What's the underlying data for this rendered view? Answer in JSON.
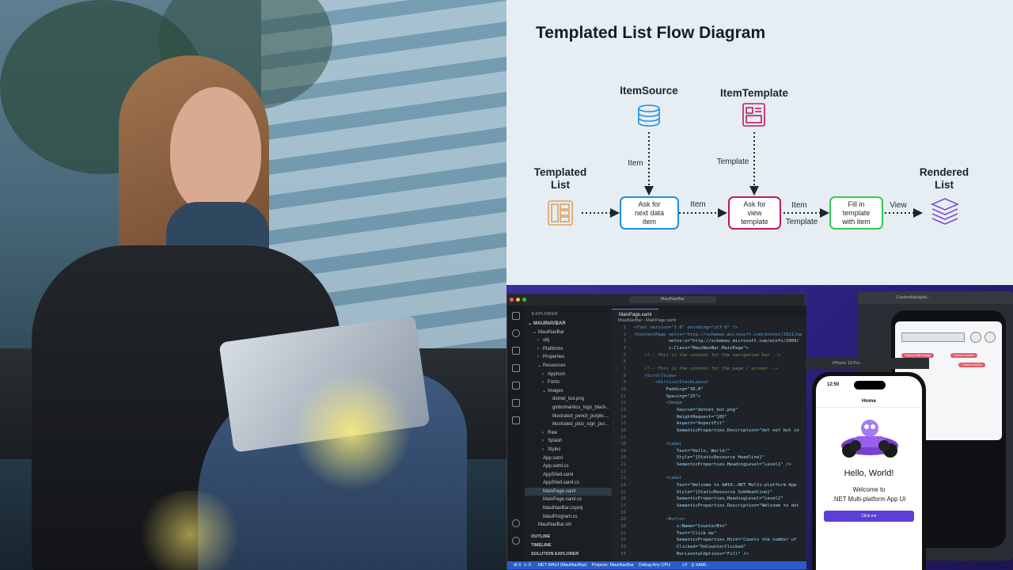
{
  "diagram": {
    "title": "Templated List Flow Diagram",
    "nodes": {
      "item_source": "ItemSource",
      "item_template": "ItemTemplate",
      "templated_list": "Templated\nList",
      "rendered_list": "Rendered\nList"
    },
    "boxes": {
      "ask_item": "Ask for\nnext data\nitem",
      "ask_template": "Ask for\nview\ntemplate",
      "fill_template": "Fill in\ntemplate\nwith item"
    },
    "edge_labels": {
      "source_item": "Item",
      "template_edge": "Template",
      "item_mid": "Item",
      "item_template_1": "Item",
      "item_template_2": "Template",
      "view": "View"
    },
    "colors": {
      "ask_item": "#1f8fe0",
      "ask_template": "#c2185b",
      "fill_template": "#2ecc55",
      "icon_data": "#1f8fe0",
      "icon_template": "#c2185b",
      "icon_list": "#e0a060",
      "icon_rendered": "#7b4fd6"
    }
  },
  "ide": {
    "title_search": "MauiNavBar",
    "explorer": {
      "header": "EXPLORER",
      "rows": [
        {
          "indent": 0,
          "arrow": "⌄",
          "label": "MAUINAVBAR",
          "bold": true
        },
        {
          "indent": 1,
          "arrow": "⌄",
          "label": "MauiNavBar"
        },
        {
          "indent": 2,
          "arrow": "›",
          "label": "obj"
        },
        {
          "indent": 2,
          "arrow": "›",
          "label": "Platforms"
        },
        {
          "indent": 2,
          "arrow": "›",
          "label": "Properties"
        },
        {
          "indent": 2,
          "arrow": "⌄",
          "label": "Resources"
        },
        {
          "indent": 3,
          "arrow": "›",
          "label": "AppIcon"
        },
        {
          "indent": 3,
          "arrow": "›",
          "label": "Fonts"
        },
        {
          "indent": 3,
          "arrow": "⌄",
          "label": "Images"
        },
        {
          "indent": 4,
          "arrow": "",
          "label": "dotnet_bot.png"
        },
        {
          "indent": 4,
          "arrow": "",
          "label": "globomantics_logo_black..."
        },
        {
          "indent": 4,
          "arrow": "",
          "label": "illustrated_pencil_purple...."
        },
        {
          "indent": 4,
          "arrow": "",
          "label": "illustrated_plus_sign_pur..."
        },
        {
          "indent": 3,
          "arrow": "›",
          "label": "Raw"
        },
        {
          "indent": 3,
          "arrow": "›",
          "label": "Splash"
        },
        {
          "indent": 3,
          "arrow": "›",
          "label": "Styles"
        },
        {
          "indent": 2,
          "arrow": "",
          "label": "App.xaml"
        },
        {
          "indent": 2,
          "arrow": "",
          "label": "App.xaml.cs"
        },
        {
          "indent": 2,
          "arrow": "",
          "label": "AppShell.xaml"
        },
        {
          "indent": 2,
          "arrow": "",
          "label": "AppShell.xaml.cs"
        },
        {
          "indent": 2,
          "arrow": "",
          "label": "MainPage.xaml",
          "selected": true
        },
        {
          "indent": 2,
          "arrow": "",
          "label": "MainPage.xaml.cs"
        },
        {
          "indent": 2,
          "arrow": "",
          "label": "MauiNavBar.csproj"
        },
        {
          "indent": 2,
          "arrow": "",
          "label": "MauiProgram.cs"
        },
        {
          "indent": 1,
          "arrow": "",
          "label": "MauiNavBar.sln"
        }
      ],
      "footer": [
        "OUTLINE",
        "TIMELINE",
        "SOLUTION EXPLORER"
      ]
    },
    "editor": {
      "tab": "MainPage.xaml",
      "breadcrumb": "MauiNavBar  ›  MainPage.xaml",
      "lines": [
        {
          "n": "1",
          "t": "<?xml version=\"1.0\" encoding=\"utf-8\" ?>"
        },
        {
          "n": "2",
          "t": "<ContentPage xmlns=\"http://schemas.microsoft.com/dotnet/2021/ma"
        },
        {
          "n": "3",
          "t": "             xmlns:x=\"http://schemas.microsoft.com/winfx/2009/"
        },
        {
          "n": "4",
          "t": "             x:Class=\"MauiNavBar.MainPage\">"
        },
        {
          "n": "5",
          "t": "    <!-- This is the content for the navigation bar -->"
        },
        {
          "n": "6",
          "t": ""
        },
        {
          "n": "7",
          "t": "    <!-- This is the content for the page / screen -->"
        },
        {
          "n": "8",
          "t": "    <ScrollView>"
        },
        {
          "n": "9",
          "t": "        <VerticalStackLayout"
        },
        {
          "n": "10",
          "t": "            Padding=\"30,0\""
        },
        {
          "n": "11",
          "t": "            Spacing=\"25\">"
        },
        {
          "n": "12",
          "t": "            <Image"
        },
        {
          "n": "13",
          "t": "                Source=\"dotnet_bot.png\""
        },
        {
          "n": "14",
          "t": "                HeightRequest=\"185\""
        },
        {
          "n": "15",
          "t": "                Aspect=\"AspectFit\""
        },
        {
          "n": "16",
          "t": "                SemanticProperties.Description=\"dot net bot in"
        },
        {
          "n": "17",
          "t": ""
        },
        {
          "n": "18",
          "t": "            <Label"
        },
        {
          "n": "19",
          "t": "                Text=\"Hello, World!\""
        },
        {
          "n": "20",
          "t": "                Style=\"{StaticResource Headline}\""
        },
        {
          "n": "21",
          "t": "                SemanticProperties.HeadingLevel=\"Level1\" />"
        },
        {
          "n": "22",
          "t": ""
        },
        {
          "n": "23",
          "t": "            <Label"
        },
        {
          "n": "24",
          "t": "                Text=\"Welcome to &#10;.NET Multi-platform App"
        },
        {
          "n": "25",
          "t": "                Style=\"{StaticResource SubHeadline}\""
        },
        {
          "n": "26",
          "t": "                SemanticProperties.HeadingLevel=\"Level2\""
        },
        {
          "n": "27",
          "t": "                SemanticProperties.Description=\"Welcome to dot"
        },
        {
          "n": "28",
          "t": ""
        },
        {
          "n": "29",
          "t": "            <Button"
        },
        {
          "n": "30",
          "t": "                x:Name=\"CounterBtn\""
        },
        {
          "n": "31",
          "t": "                Text=\"Click me\""
        },
        {
          "n": "32",
          "t": "                SemanticProperties.Hint=\"Counts the number of"
        },
        {
          "n": "33",
          "t": "                Clicked=\"OnCounterClicked\""
        },
        {
          "n": "34",
          "t": "                HorizontalOptions=\"Fill\" />"
        }
      ]
    },
    "statusbar": "⊗ 0  ⚠ 0     .NET MAUI (MauiNavBar)    Projects: MauiNavBar    Debug Any CPU          LF   {} XAML",
    "back_window_title": "CustomNavigati...",
    "back_pills": [
      "Custom title image",
      "Custom button",
      "Custom button"
    ],
    "front_window_title": "iPhone 15 Pro",
    "phone": {
      "time": "12:50",
      "nav_title": "Home",
      "hello": "Hello, World!",
      "welcome": "Welcome to\n.NET Multi-platform App UI",
      "button": "Click me"
    }
  }
}
